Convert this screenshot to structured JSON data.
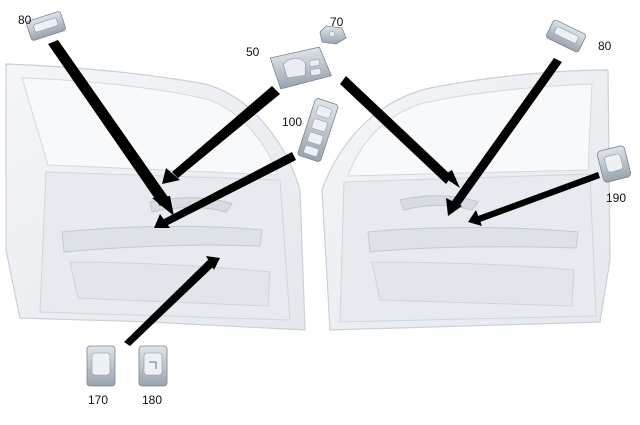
{
  "callouts": {
    "c80_left": "80",
    "c70": "70",
    "c50": "50",
    "c100": "100",
    "c80_right": "80",
    "c190": "190",
    "c170": "170",
    "c180": "180"
  },
  "colors": {
    "door_fill": "#eef1f4",
    "door_stroke": "#c9d0d8",
    "part_fill": "#c4ccd5",
    "part_stroke": "#7b8591",
    "arrow": "#000000"
  }
}
